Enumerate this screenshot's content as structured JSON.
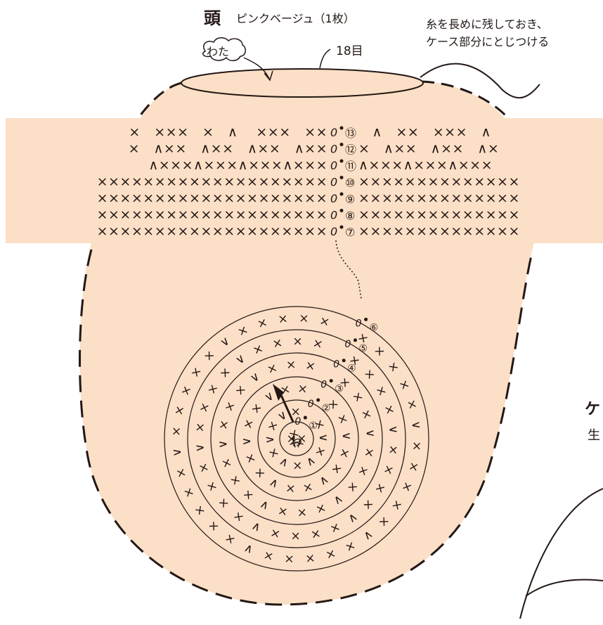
{
  "title": {
    "main": "頭",
    "sub": "ピンクベージュ（1枚）"
  },
  "note": {
    "line1": "糸を長めに残しておき、",
    "line2": "ケース部分にとじつける"
  },
  "labels": {
    "stuffing": "わた",
    "stitch_count": "18目",
    "magic_ring": "わ"
  },
  "cut_off_labels": {
    "heading_fragment": "ケ",
    "sub_fragment": "生"
  },
  "round_numbers": [
    "①",
    "②",
    "③",
    "④",
    "⑤",
    "⑥",
    "⑦",
    "⑧",
    "⑨",
    "⑩",
    "⑪",
    "⑫",
    "⑬"
  ],
  "symbols": {
    "single_crochet": "×",
    "decrease": "∧",
    "increase": "∨",
    "chain": "0"
  },
  "colors": {
    "fill": "#fbdfc6",
    "band": "#fbdfc6",
    "ink": "#231815"
  },
  "rows_7_to_13": [
    {
      "round": "⑬",
      "left": "×　×××　×　∧　 ×××　××",
      "right": "　∧　××　×××　∧"
    },
    {
      "round": "⑫",
      "left": "×　∧××　∧××　∧××　∧××",
      "right": "×　∧××　∧××　∧×"
    },
    {
      "round": "⑪",
      "left": "∧×××∧×××∧×××∧×××",
      "right": "∧×××∧×××∧×××"
    },
    {
      "round": "⑩",
      "left": "××××××××××××××××××××",
      "right": "××××××××××××××"
    },
    {
      "round": "⑨",
      "left": "××××××××××××××××××××",
      "right": "××××××××××××××"
    },
    {
      "round": "⑧",
      "left": "××××××××××××××××××××",
      "right": "××××××××××××××"
    },
    {
      "round": "⑦",
      "left": "××××××××××××××××××××",
      "right": "××××××××××××××"
    }
  ]
}
